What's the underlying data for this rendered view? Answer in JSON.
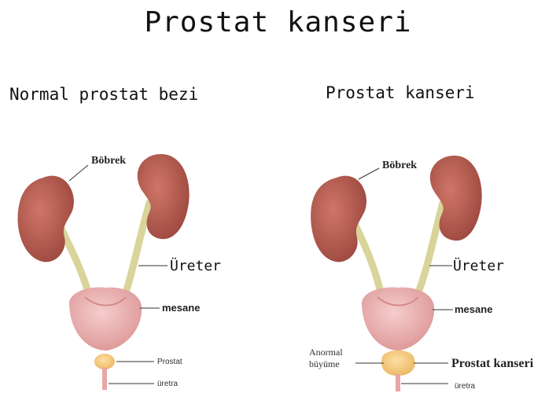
{
  "title": "Prostat kanseri",
  "left_panel": {
    "heading": "Normal prostat bezi",
    "labels": {
      "kidney": "Böbrek",
      "ureter": "Üreter",
      "bladder": "mesane",
      "prostate": "Prostat",
      "urethra": "üretra"
    }
  },
  "right_panel": {
    "heading": "Prostat kanseri",
    "labels": {
      "kidney": "Böbrek",
      "ureter": "Üreter",
      "bladder": "mesane",
      "growth_line1": "Anormal",
      "growth_line2": "büyüme",
      "prostate": "Prostat kanseri",
      "urethra": "üretra"
    }
  },
  "colors": {
    "kidney": "#b65a4f",
    "kidney_dark": "#8e3f37",
    "ureter": "#d8d49a",
    "bladder": "#ebaeae",
    "bladder_dark": "#d88a8a",
    "prostate_normal": "#f3c779",
    "prostate_cancer": "#f4b76a"
  }
}
